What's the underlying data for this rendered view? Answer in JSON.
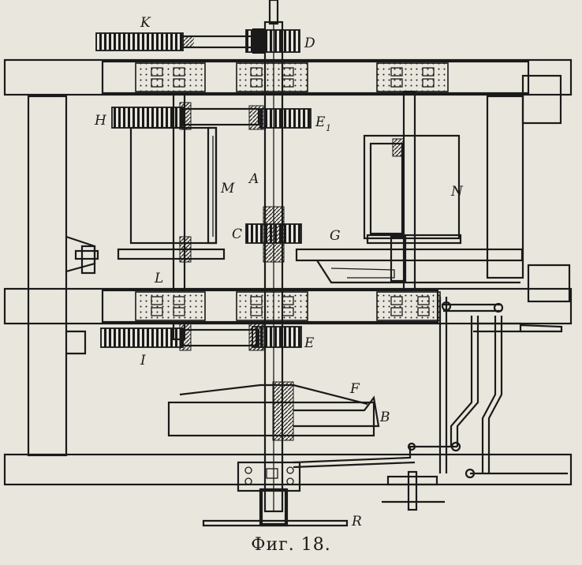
{
  "labels": {
    "K": "K",
    "D": "D",
    "H": "H",
    "E1": "E",
    "E1_sub": "1",
    "M": "M",
    "A": "A",
    "N": "N",
    "C": "C",
    "G": "G",
    "L": "L",
    "I": "I",
    "E": "E",
    "F": "F",
    "B": "B",
    "R": "R"
  },
  "caption": "Фиг. 18."
}
